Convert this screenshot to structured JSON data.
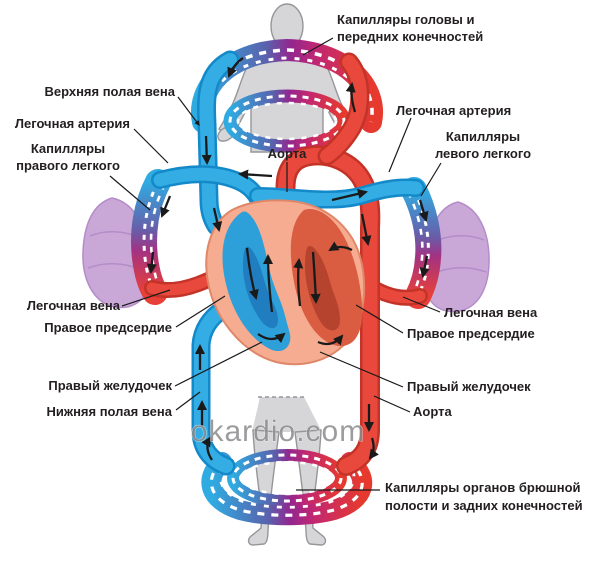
{
  "diagram": {
    "subject": "blood-circulation-scheme",
    "watermark": "okardio.com"
  },
  "palette": {
    "vein_blue": "#2BA9E0",
    "vein_blue_dark": "#1489C9",
    "artery_red": "#E8493C",
    "artery_red_dark": "#C33327",
    "capillary_purple": "#92278F",
    "lung_purple": "#C9A8D8",
    "body_gray": "#D6D6D8",
    "heart_outer_salmon": "#F5AC90",
    "heart_blue": "#2D9FD9",
    "heart_red": "#DA5C41",
    "label_text": "#231F20",
    "arrow_black": "#1A1A1A"
  },
  "labels": {
    "cap_head_1": "Капилляры головы и",
    "cap_head_2": "передних конечностей",
    "svc": "Верхняя полая вена",
    "pa_left": "Легочная артерия",
    "cap_right_lung_1": "Капилляры",
    "cap_right_lung_2": "правого легкого",
    "aorta_center": "Аорта",
    "pa_right": "Легочная артерия",
    "cap_left_lung_1": "Капилляры",
    "cap_left_lung_2": "левого легкого",
    "pv_left": "Легочная вена",
    "ra_left": "Правое предсердие",
    "pv_right": "Легочная вена",
    "ra_right": "Правое предсердие",
    "rv_left": "Правый желудочек",
    "ivc": "Нижняя полая вена",
    "rv_right": "Правый желудочек",
    "aorta_right": "Аорта",
    "cap_abdomen_1": "Капилляры органов брюшной",
    "cap_abdomen_2": "полости и задних конечностей"
  }
}
